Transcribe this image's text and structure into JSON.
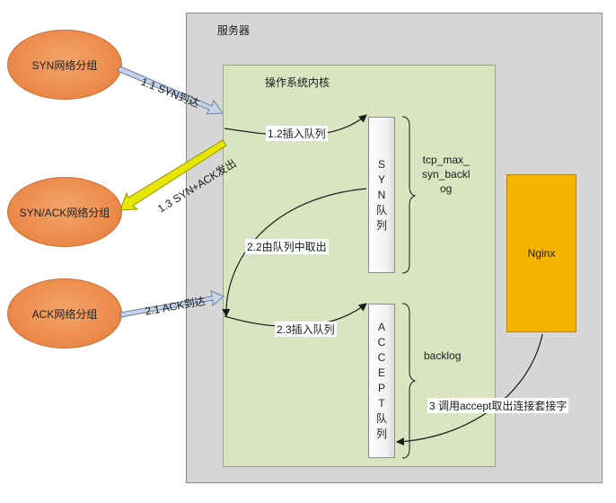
{
  "server": {
    "title": "服务器"
  },
  "kernel": {
    "title": "操作系统内核"
  },
  "syn_queue": {
    "chars": [
      "S",
      "Y",
      "N",
      "队",
      "列"
    ],
    "brace_label_lines": [
      "tcp_max_",
      "syn_backl",
      "og"
    ]
  },
  "accept_queue": {
    "chars": [
      "A",
      "C",
      "C",
      "E",
      "P",
      "T",
      "队",
      "列"
    ],
    "brace_label": "backlog"
  },
  "nginx": {
    "label": "Nginx"
  },
  "packets": {
    "syn": "SYN网络分组",
    "synack": "SYN/ACK网络分组",
    "ack": "ACK网络分组"
  },
  "arrows": {
    "a11": "1.1 SYN到达",
    "a12": "1.2插入队列",
    "a13": "1.3 SYN+ACK发出",
    "a21": "2.1 ACK到达",
    "a22": "2.2由队列中取出",
    "a23": "2.3插入队列",
    "a3": "3 调用accept取出连接套接字"
  },
  "colors": {
    "server_bg": "#d6d6d6",
    "kernel_bg": "#d9e4c1",
    "nginx_bg": "#f4b400",
    "packet_fill": "#ec8a4a",
    "synack_arrow": "#e0e000",
    "in_arrow": "#c7d3e6"
  }
}
